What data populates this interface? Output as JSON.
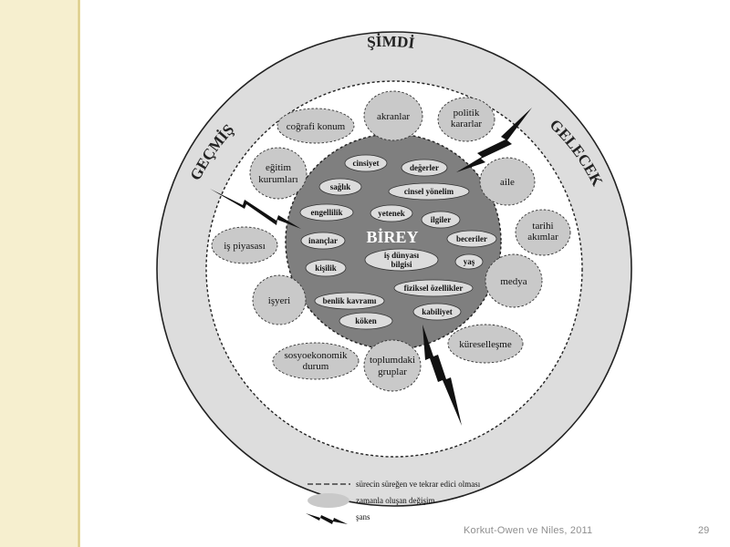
{
  "ring": {
    "past": "GEÇMİŞ",
    "present": "ŞİMDİ",
    "future": "GELECEK"
  },
  "center": {
    "title": "BİREY"
  },
  "inner_items": [
    {
      "lines": [
        "cinsiyet"
      ]
    },
    {
      "lines": [
        "değerler"
      ]
    },
    {
      "lines": [
        "sağlık"
      ]
    },
    {
      "lines": [
        "cinsel yönelim"
      ]
    },
    {
      "lines": [
        "engellilik"
      ]
    },
    {
      "lines": [
        "yetenek"
      ]
    },
    {
      "lines": [
        "ilgiler"
      ]
    },
    {
      "lines": [
        "inançlar"
      ]
    },
    {
      "lines": [
        "beceriler"
      ]
    },
    {
      "lines": [
        "iş dünyası",
        "bilgisi"
      ]
    },
    {
      "lines": [
        "yaş"
      ]
    },
    {
      "lines": [
        "kişilik"
      ]
    },
    {
      "lines": [
        "fiziksel özellikler"
      ]
    },
    {
      "lines": [
        "benlik kavramı"
      ]
    },
    {
      "lines": [
        "kabiliyet"
      ]
    },
    {
      "lines": [
        "köken"
      ]
    }
  ],
  "outer_items": [
    {
      "lines": [
        "akranlar"
      ]
    },
    {
      "lines": [
        "politik",
        "kararlar"
      ]
    },
    {
      "lines": [
        "coğrafi konum"
      ]
    },
    {
      "lines": [
        "eğitim",
        "kurumları"
      ]
    },
    {
      "lines": [
        "aile"
      ]
    },
    {
      "lines": [
        "tarihi",
        "akımlar"
      ]
    },
    {
      "lines": [
        "iş piyasası"
      ]
    },
    {
      "lines": [
        "medya"
      ]
    },
    {
      "lines": [
        "işyeri"
      ]
    },
    {
      "lines": [
        "küreselleşme"
      ]
    },
    {
      "lines": [
        "sosyoekonomik",
        "durum"
      ]
    },
    {
      "lines": [
        "toplumdaki",
        "gruplar"
      ]
    }
  ],
  "legend": {
    "dashed": "sürecin süreğen ve tekrar edici olması",
    "ellipse": "zamanla oluşan değişim",
    "lightning": "şans"
  },
  "footer": {
    "credit": "Korkut-Owen ve Niles, 2011",
    "page": "29"
  },
  "colors": {
    "sidebar": "#f6efcf",
    "ring": "#dddddd",
    "bubble": "#c9c9c9",
    "core": "#7f7f7f",
    "inner_bubble": "#dcdcdc"
  }
}
